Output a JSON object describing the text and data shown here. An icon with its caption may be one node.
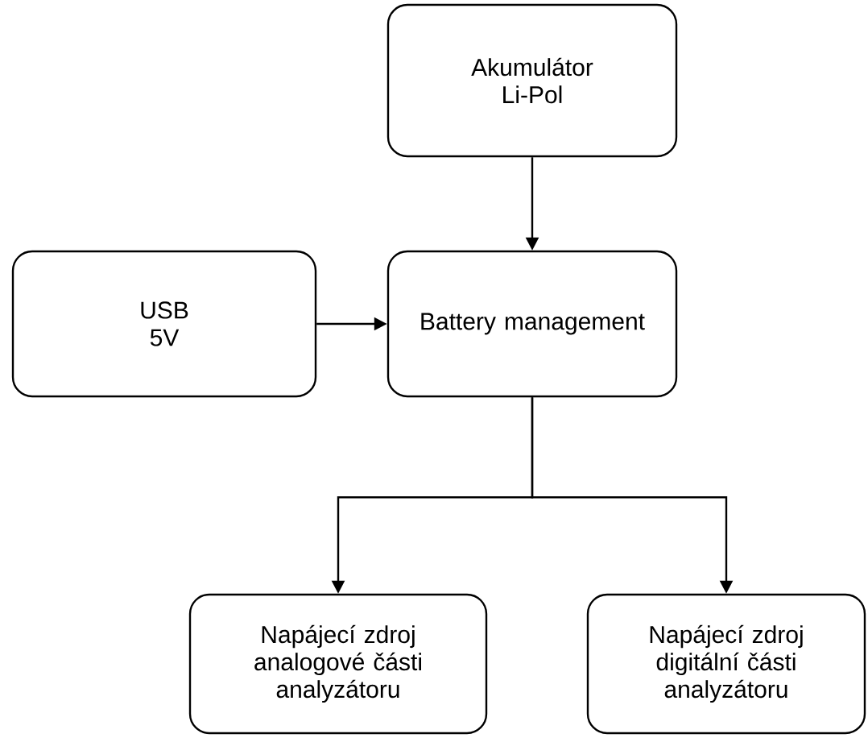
{
  "diagram": {
    "nodes": [
      {
        "text": [
          "Akumulátor Li-Pol"
        ]
      },
      {
        "text": [
          "USB 5V"
        ]
      },
      {
        "text": [
          "Battery management"
        ]
      },
      {
        "text": [
          "Napájecí zdroj analogové části analyzátoru"
        ]
      },
      {
        "text": [
          "Napájecí zdroj digitální části analyzátoru"
        ]
      }
    ],
    "edges": [
      {
        "from": 0,
        "to": 2,
        "arrow": "to"
      },
      {
        "from": 1,
        "to": 2,
        "arrow": "to"
      },
      {
        "from": 2,
        "to": 3,
        "arrow": "to"
      },
      {
        "from": 2,
        "to": 4,
        "arrow": "to"
      }
    ]
  }
}
